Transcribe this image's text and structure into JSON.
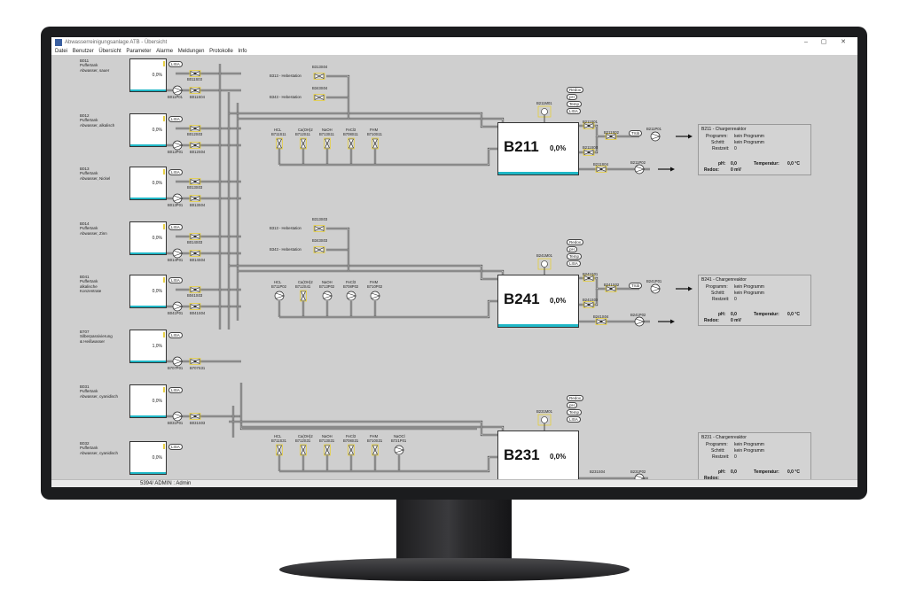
{
  "window": {
    "title": "Abwasserreinigungsanlage ATB - Übersicht",
    "min": "–",
    "max": "▢",
    "close": "✕"
  },
  "menu": [
    "Datei",
    "Benutzer",
    "Übersicht",
    "Parameter",
    "Alarme",
    "Meldungen",
    "Protokolle",
    "Info"
  ],
  "status": "5394/ ADMIN : Admin",
  "tanks": [
    {
      "id": "B011",
      "label": "B011\nPuffertank\nAbwasser, sauer",
      "pct": "0,0%",
      "lisa": "LISA",
      "valve": "B011S03",
      "pump": "B011P01",
      "valve2": "B011S04"
    },
    {
      "id": "B012",
      "label": "B012\nPuffertank\nAbwasser, alkalisch",
      "pct": "0,0%",
      "lisa": "LISA",
      "valve": "B012S03",
      "pump": "B012P01",
      "valve2": "B012S04"
    },
    {
      "id": "B013",
      "label": "B013\nPuffertank\nAbwasser, Nickel",
      "pct": "0,0%",
      "lisa": "LISA",
      "valve": "B013S03",
      "pump": "B013P01",
      "valve2": "B013S04"
    },
    {
      "id": "B014",
      "label": "B014\nPuffertank\nAbwasser, Zinn",
      "pct": "0,0%",
      "lisa": "LISA",
      "valve": "B014S03",
      "pump": "B014P01",
      "valve2": "B014S04"
    },
    {
      "id": "B041",
      "label": "B041\nPuffertank\nalkalische\nKonzentrate",
      "pct": "0,0%",
      "lisa": "LISA",
      "valve": "B041S03",
      "pump": "B041P01",
      "valve2": "B041S04"
    },
    {
      "id": "B707",
      "label": "B707\nSilberpassivierung\n& Heißwasser",
      "pct": "1,0%",
      "lisa": "LISA",
      "valve": "",
      "pump": "B707P01",
      "valve2": "B707S31"
    },
    {
      "id": "B031",
      "label": "B031\nPuffertank\nAbwasser, cyanidisch",
      "pct": "0,0%",
      "lisa": "LISA",
      "valve": "",
      "pump": "B031P01",
      "valve2": "B031S03"
    },
    {
      "id": "B032",
      "label": "B032\nPuffertank\nAbwasser, cyanidisch",
      "pct": "0,0%",
      "lisa": "LISA",
      "valve": "",
      "pump": "",
      "valve2": ""
    }
  ],
  "groups": [
    {
      "reactor": "B211",
      "pct": "0,0%",
      "motor": "B211M01",
      "hebe_ids": [
        "B313S04",
        "B343S04"
      ],
      "hebe": [
        "B313 - Hebestation",
        "B343 - Hebestation"
      ],
      "chem": [
        {
          "n": "HCL",
          "id": "B711S11"
        },
        {
          "n": "Ca(OH)2",
          "id": "B712S11"
        },
        {
          "n": "NaOH",
          "id": "B713S11"
        },
        {
          "n": "FeCl3",
          "id": "B708S11"
        },
        {
          "n": "FHM",
          "id": "B710S11"
        }
      ],
      "sensors": [
        "Redox",
        "pH",
        "Temp",
        "LISA"
      ],
      "valves_r": [
        "B211S01",
        "B211S02",
        "B211S03",
        "B211S04"
      ],
      "trueb": "Trüb",
      "pumps_r": [
        "B211P01",
        "B211P02"
      ],
      "panel": {
        "title": "B211 - Chargenreaktor",
        "prog_l": "Programm:",
        "prog": "kein Programm",
        "step_l": "Schritt:",
        "step": "kein Programm",
        "rest_l": "Restzeit:",
        "rest": "0",
        "ph_l": "pH:",
        "ph": "0,0",
        "temp_l": "Temperatur:",
        "temp": "0,0 °C",
        "redox_l": "Redox:",
        "redox": "0 mV"
      }
    },
    {
      "reactor": "B241",
      "pct": "0,0%",
      "motor": "B241M01",
      "hebe_ids": [
        "B313S03",
        "B343S03"
      ],
      "hebe": [
        "B313 - Hebestation",
        "B343 - Hebestation"
      ],
      "chem": [
        {
          "n": "HCL",
          "id": "B711P02"
        },
        {
          "n": "Ca(OH)2",
          "id": "B712S41"
        },
        {
          "n": "NaOH",
          "id": "B713P02"
        },
        {
          "n": "FeCl3",
          "id": "B708P02"
        },
        {
          "n": "FHM",
          "id": "B710P02"
        }
      ],
      "sensors": [
        "Redox",
        "pH",
        "Temp",
        "LISA"
      ],
      "valves_r": [
        "B241S01",
        "B241S02",
        "B241S03",
        "B241S04"
      ],
      "trueb": "Trüb",
      "pumps_r": [
        "B241P01",
        "B241P02"
      ],
      "panel": {
        "title": "B241 - Chargenreaktor",
        "prog_l": "Programm:",
        "prog": "kein Programm",
        "step_l": "Schritt:",
        "step": "kein Programm",
        "rest_l": "Restzeit:",
        "rest": "0",
        "ph_l": "pH:",
        "ph": "0,0",
        "temp_l": "Temperatur:",
        "temp": "0,0 °C",
        "redox_l": "Redox:",
        "redox": "0 mV"
      }
    },
    {
      "reactor": "B231",
      "pct": "0,0%",
      "motor": "B231M01",
      "hebe_ids": [],
      "hebe": [],
      "chem": [
        {
          "n": "HCL",
          "id": "B711S31"
        },
        {
          "n": "Ca(OH)2",
          "id": "B712S31"
        },
        {
          "n": "NaOH",
          "id": "B713S31"
        },
        {
          "n": "FeCl3",
          "id": "B708S31"
        },
        {
          "n": "FHM",
          "id": "B710S31"
        },
        {
          "n": "NaOCl",
          "id": "B721P01"
        }
      ],
      "sensors": [
        "Redox",
        "pH",
        "Temp",
        "LISA"
      ],
      "valves_r": [
        "B231S04"
      ],
      "trueb": "",
      "pumps_r": [
        "B231P02"
      ],
      "panel": {
        "title": "B231 - Chargenreaktor",
        "prog_l": "Programm:",
        "prog": "kein Programm",
        "step_l": "Schritt:",
        "step": "kein Programm",
        "rest_l": "Restzeit:",
        "rest": "0",
        "ph_l": "pH:",
        "ph": "0,0",
        "temp_l": "Temperatur:",
        "temp": "0,0 °C",
        "redox_l": "Redox:",
        "redox": ""
      }
    }
  ]
}
